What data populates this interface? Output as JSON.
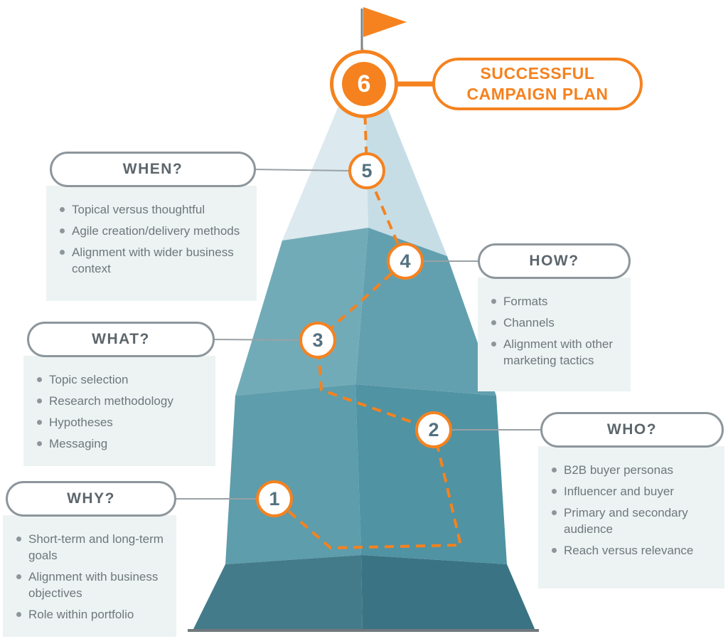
{
  "summit": {
    "number": "6",
    "title_line1": "SUCCESSFUL",
    "title_line2": "CAMPAIGN PLAN",
    "flag_icon": "orange-pennant-flag"
  },
  "sections": [
    {
      "id": "when",
      "step_number": "5",
      "title": "WHEN?",
      "bullets": [
        "Topical versus thoughtful",
        "Agile creation/delivery methods",
        "Alignment with wider business context"
      ]
    },
    {
      "id": "how",
      "step_number": "4",
      "title": "HOW?",
      "bullets": [
        "Formats",
        "Channels",
        "Alignment with other marketing tactics"
      ]
    },
    {
      "id": "what",
      "step_number": "3",
      "title": "WHAT?",
      "bullets": [
        "Topic selection",
        "Research methodology",
        "Hypotheses",
        "Messaging"
      ]
    },
    {
      "id": "who",
      "step_number": "2",
      "title": "WHO?",
      "bullets": [
        "B2B buyer personas",
        "Influencer and buyer",
        "Primary and secondary audience",
        "Reach versus relevance"
      ]
    },
    {
      "id": "why",
      "step_number": "1",
      "title": "WHY?",
      "bullets": [
        "Short-term and long-term goals",
        "Alignment with business objectives",
        "Role within portfolio"
      ]
    }
  ],
  "colors": {
    "accent_orange": "#F5821F",
    "mountain_snow_light": "#DCE9EF",
    "mountain_snow_shade": "#C6DDE6",
    "mountain_mid": "#68A4B3",
    "mountain_lower": "#5797A7",
    "mountain_base": "#3F7888",
    "pill_border_gray": "#8D969B",
    "header_text_gray": "#5C666C",
    "body_text_gray": "#6E777B",
    "panel_bg": "#EDF3F3"
  }
}
